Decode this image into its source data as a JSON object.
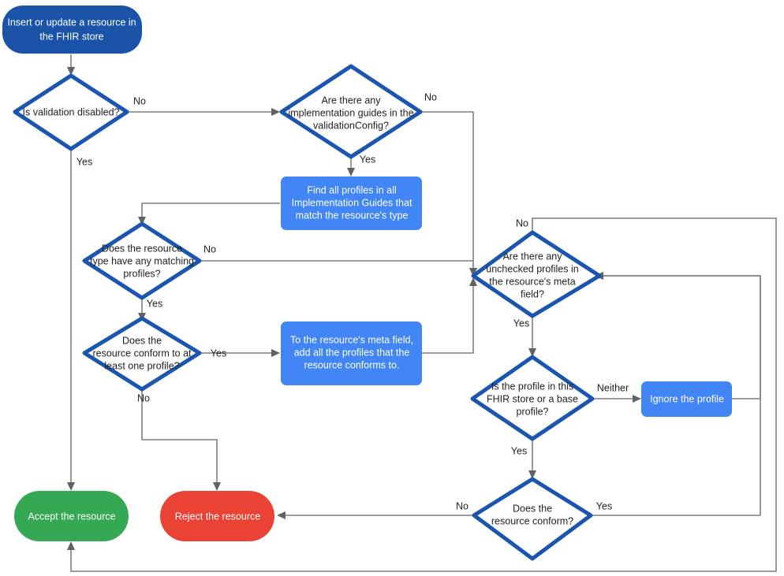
{
  "diagram": {
    "title": "FHIR store resource validation flow",
    "colors": {
      "start_fill": "#1a53a8",
      "process_fill": "#4285f4",
      "accept_fill": "#34a853",
      "reject_fill": "#ea4335",
      "decision_stroke": "#1a55b0",
      "decision_fill": "#ffffff",
      "edge_stroke": "#7f7f7f",
      "text_dark": "#1f1f1f",
      "text_light": "#ffffff"
    },
    "nodes": {
      "start": {
        "kind": "terminator",
        "label": "Insert or update a resource in the FHIR store",
        "lines": [
          "Insert or update a resource in",
          "the FHIR store"
        ]
      },
      "validation_disabled": {
        "kind": "decision",
        "label": "Is validation disabled?",
        "lines": [
          "Is validation disabled?"
        ]
      },
      "implementation_guides": {
        "kind": "decision",
        "label": "Are there any implementation guides in the validationConfig?",
        "lines": [
          "Are there any",
          "implementation guides in the",
          "validationConfig?"
        ]
      },
      "find_profiles": {
        "kind": "process",
        "label": "Find all profiles in all Implementation Guides that match the resource's type",
        "lines": [
          "Find all profiles in all",
          "Implementation Guides that",
          "match the resource's type"
        ]
      },
      "matching_profiles": {
        "kind": "decision",
        "label": "Does the resource type have any matching profiles?",
        "lines": [
          "Does the resource",
          "type have any matching",
          "profiles?"
        ]
      },
      "conform_one_profile": {
        "kind": "decision",
        "label": "Does the resource conform to at least one profile?",
        "lines": [
          "Does the",
          "resource conform to at",
          "least one profile?"
        ]
      },
      "add_profiles_meta": {
        "kind": "process",
        "label": "To the resource's meta field, add all the profiles that the resource conforms to.",
        "lines": [
          "To the resource's meta field,",
          "add all the profiles that the",
          "resource conforms to."
        ]
      },
      "unchecked_profiles": {
        "kind": "decision",
        "label": "Are there any unchecked profiles in the resource's meta field?",
        "lines": [
          "Are there any",
          "unchecked profiles in",
          "the resource's meta",
          "field?"
        ]
      },
      "profile_in_store": {
        "kind": "decision",
        "label": "Is the profile in this FHIR store or a base profile?",
        "lines": [
          "Is the profile in this",
          "FHIR store or a base",
          "profile?"
        ]
      },
      "ignore_profile": {
        "kind": "process",
        "label": "Ignore the profile",
        "lines": [
          "Ignore the profile"
        ]
      },
      "resource_conform": {
        "kind": "decision",
        "label": "Does the resource conform?",
        "lines": [
          "Does the",
          "resource conform?"
        ]
      },
      "accept": {
        "kind": "terminator",
        "label": "Accept the resource",
        "lines": [
          "Accept the resource"
        ]
      },
      "reject": {
        "kind": "terminator",
        "label": "Reject the resource",
        "lines": [
          "Reject the resource"
        ]
      }
    },
    "edge_labels": {
      "validation_no": "No",
      "validation_yes": "Yes",
      "ig_no": "No",
      "ig_yes": "Yes",
      "matching_no": "No",
      "matching_yes": "Yes",
      "conform_one_yes": "Yes",
      "conform_one_no": "No",
      "unchecked_no": "No",
      "unchecked_yes": "Yes",
      "profile_neither": "Neither",
      "profile_yes": "Yes",
      "conform_no": "No",
      "conform_yes": "Yes"
    }
  }
}
